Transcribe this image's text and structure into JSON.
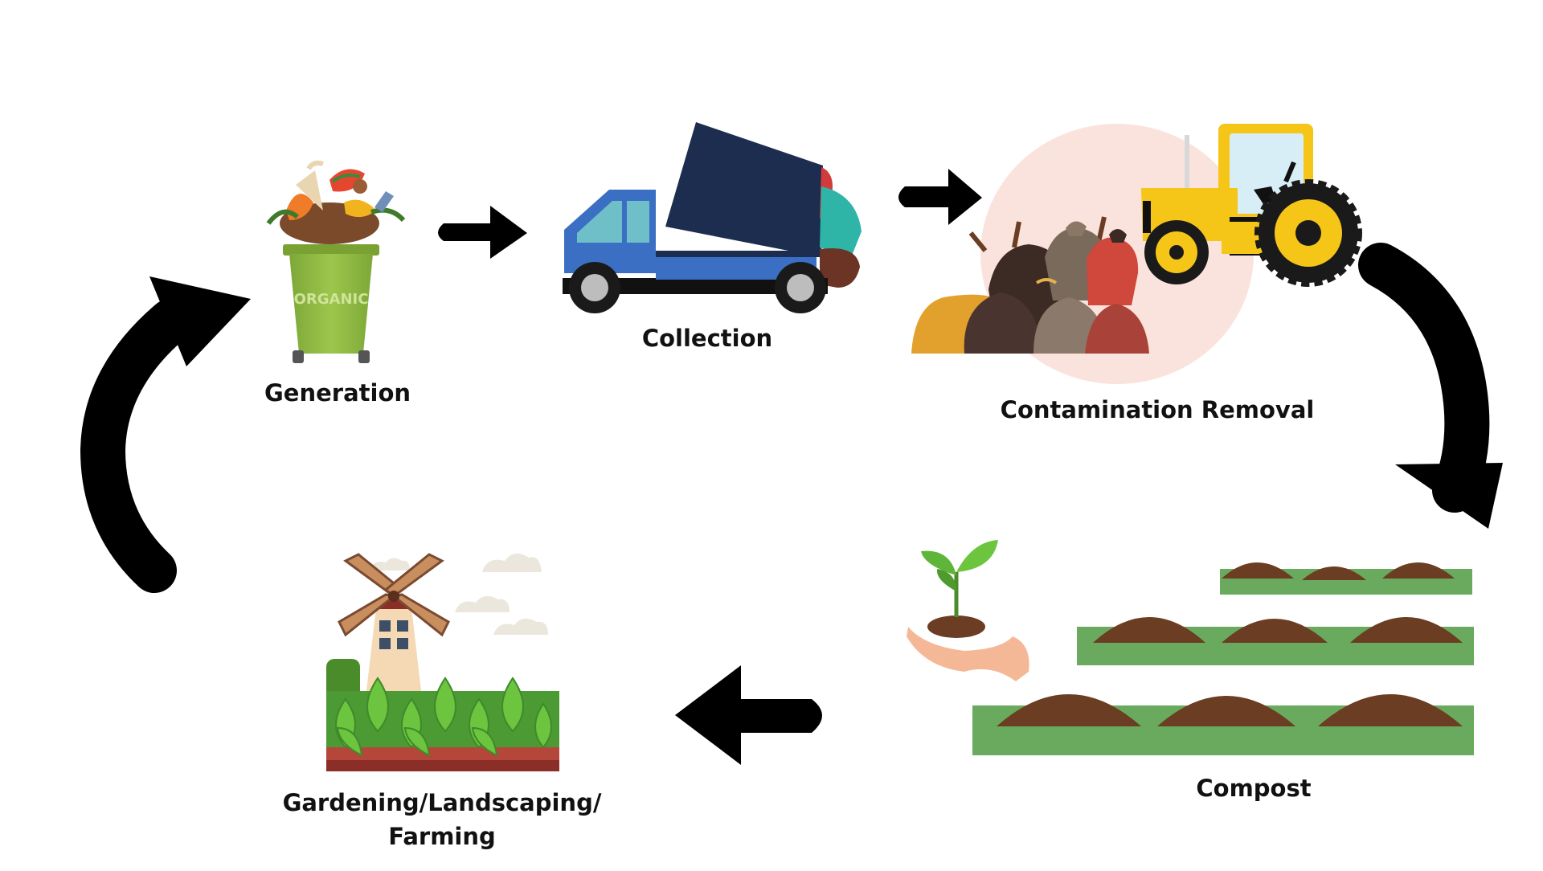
{
  "stages": {
    "generation": {
      "label": "Generation",
      "bin_text": "ORGANIC"
    },
    "collection": {
      "label": "Collection"
    },
    "contamination_removal": {
      "label": "Contamination Removal"
    },
    "compost": {
      "label": "Compost"
    },
    "gardening": {
      "label_line1": "Gardening/Landscaping/",
      "label_line2": "Farming"
    }
  },
  "colors": {
    "arrow": "#000000",
    "truck_cab": "#3a6fc4",
    "truck_container": "#1c2d4f",
    "tractor": "#f5c518",
    "soil": "#6b3d22",
    "grass": "#6aaa5e",
    "bin": "#8cb53f",
    "halo": "#fbe3dd"
  }
}
